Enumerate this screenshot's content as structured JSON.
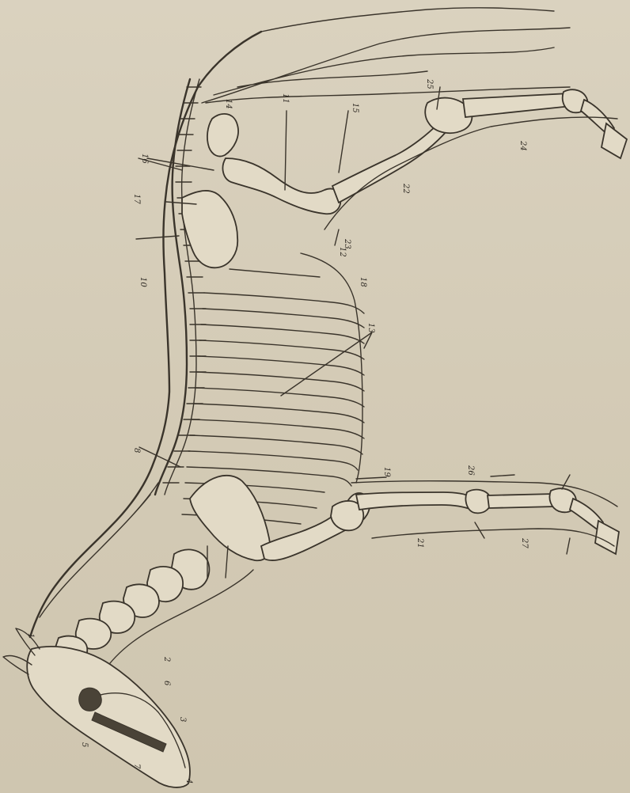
{
  "labels": [
    {
      "text": "8"
    },
    {
      "text": "10"
    },
    {
      "text": "11"
    },
    {
      "text": "12"
    },
    {
      "text": "13"
    },
    {
      "text": "14"
    },
    {
      "text": "15"
    },
    {
      "text": "16"
    },
    {
      "text": "17"
    },
    {
      "text": "18"
    },
    {
      "text": "19"
    },
    {
      "text": "21"
    },
    {
      "text": "22"
    },
    {
      "text": "23"
    },
    {
      "text": "24"
    },
    {
      "text": "25"
    },
    {
      "text": "26"
    },
    {
      "text": "27"
    },
    {
      "text": "1"
    },
    {
      "text": "2"
    },
    {
      "text": "3"
    },
    {
      "text": "4"
    },
    {
      "text": "5"
    },
    {
      "text": "6"
    },
    {
      "text": "7"
    }
  ]
}
